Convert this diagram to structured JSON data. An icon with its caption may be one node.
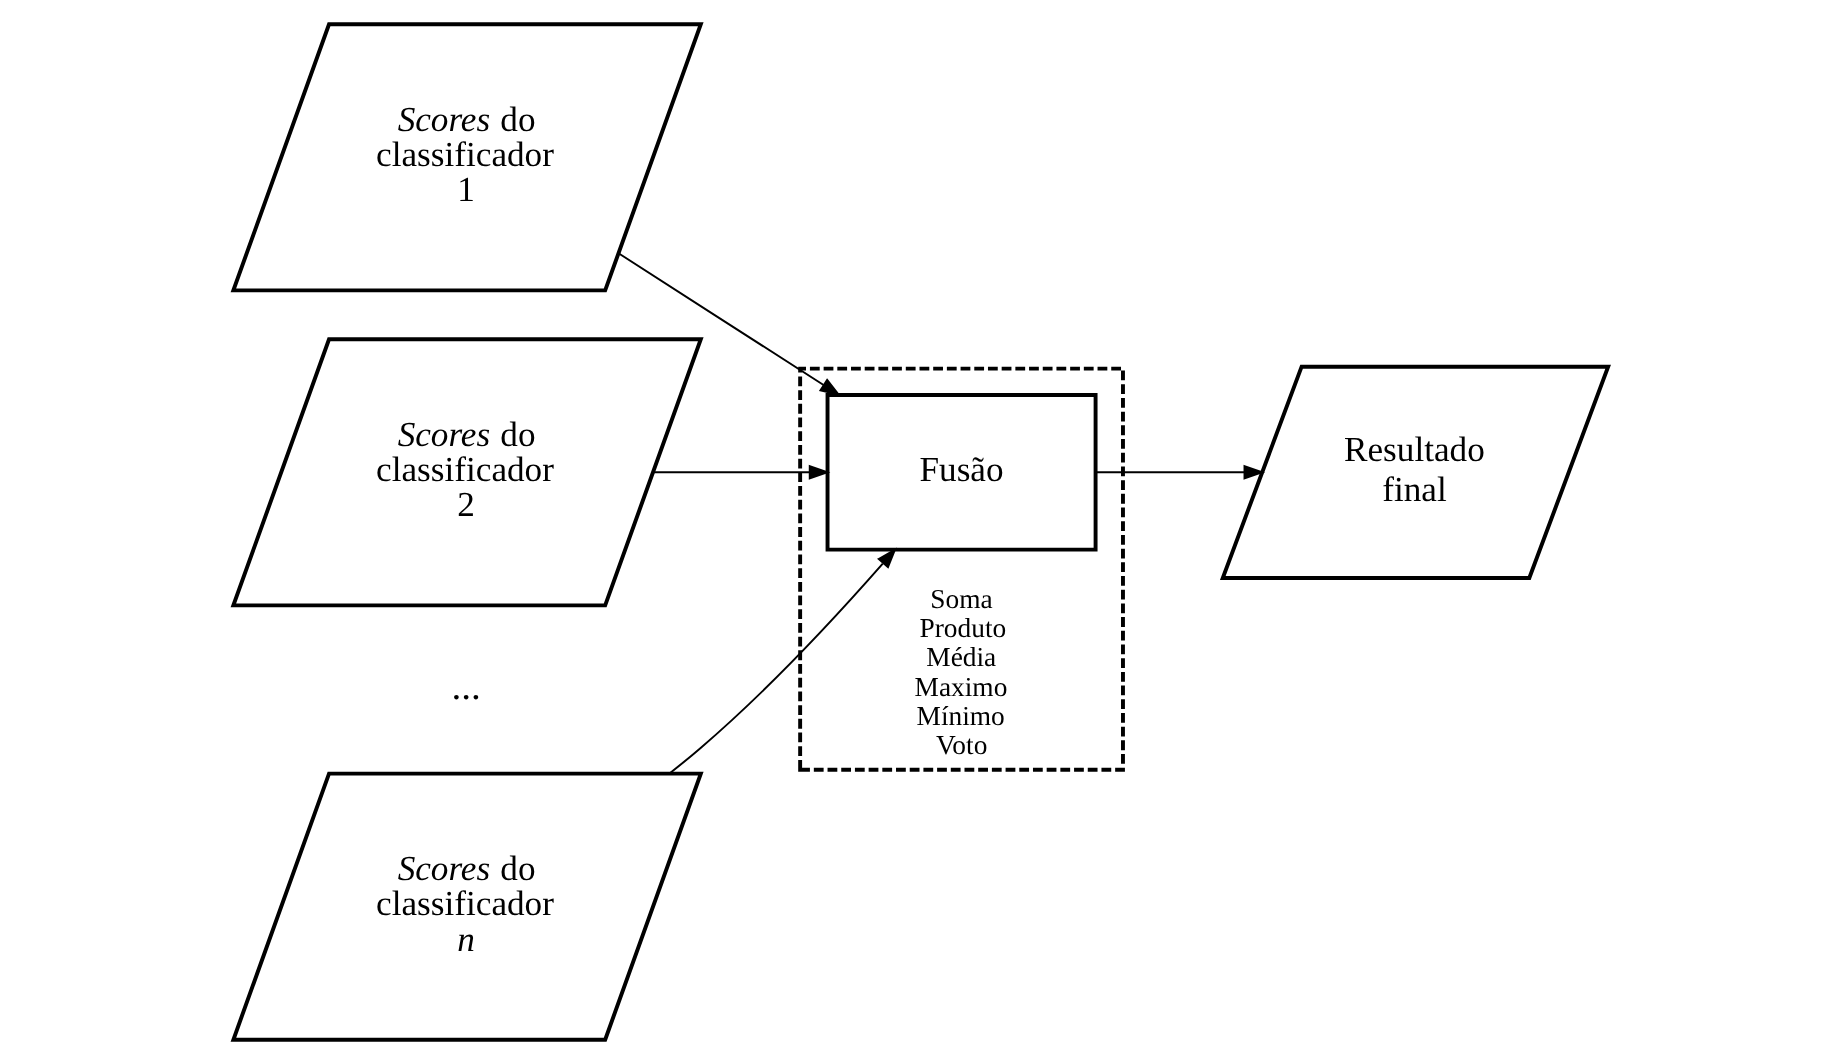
{
  "diagram": {
    "nodes": [
      {
        "text": [
          "*Scores* do classificador 1"
        ]
      },
      {
        "text": [
          "*Scores* do classificador 2"
        ]
      },
      {
        "text": [
          "*Scores* do classificador *n*"
        ]
      },
      {
        "text": [
          "Soma",
          "Produto",
          "Média",
          "Maximo",
          "Mínimo",
          "Voto"
        ]
      },
      {
        "text": [
          "Fusão"
        ],
        "in": 3
      },
      {
        "text": [
          "Resultado final"
        ]
      }
    ],
    "edges": [
      {
        "from": 0,
        "to": 4,
        "arrow": "to"
      },
      {
        "from": 1,
        "to": 4,
        "arrow": "to"
      },
      {
        "from": 2,
        "to": 4,
        "arrow": "to"
      },
      {
        "from": 4,
        "to": 5,
        "arrow": "to"
      }
    ],
    "labels": [
      "..."
    ]
  }
}
